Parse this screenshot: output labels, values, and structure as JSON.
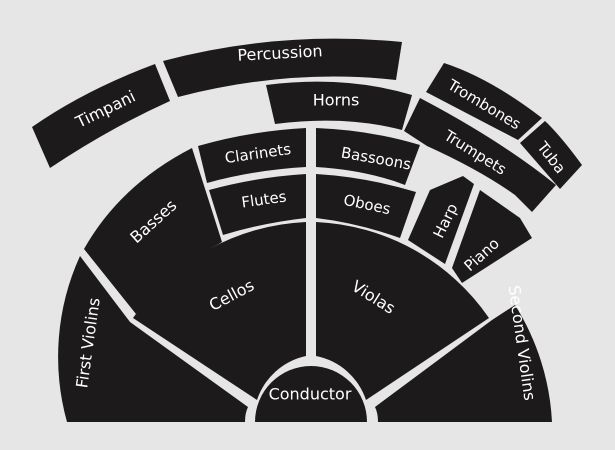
{
  "colors": {
    "background": "#e6e6e6",
    "section": "#1d1a1b",
    "label": "#ffffff"
  },
  "sections": {
    "conductor": "Conductor",
    "first_violins": "First Violins",
    "second_violins": "Second Violins",
    "cellos": "Cellos",
    "violas": "Violas",
    "basses": "Basses",
    "flutes": "Flutes",
    "clarinets": "Clarinets",
    "oboes": "Oboes",
    "bassoons": "Bassoons",
    "harp": "Harp",
    "piano": "Piano",
    "horns": "Horns",
    "trumpets": "Trumpets",
    "trombones": "Trombones",
    "tuba": "Tuba",
    "timpani": "Timpani",
    "percussion": "Percussion"
  }
}
